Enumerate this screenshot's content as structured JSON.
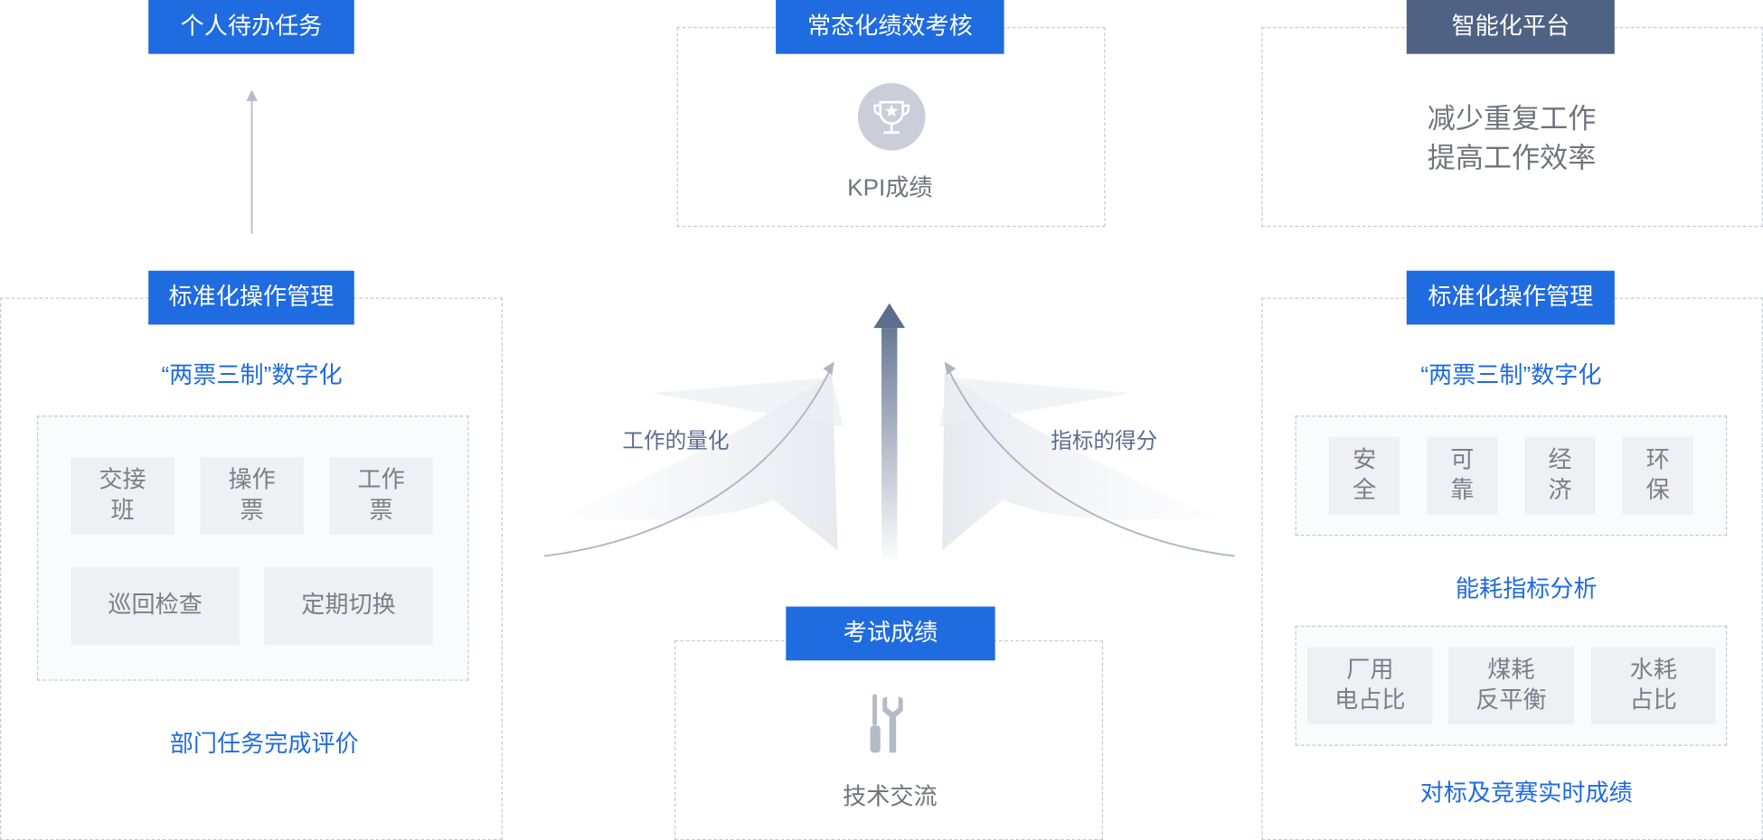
{
  "left": {
    "top_header": "个人待办任务",
    "mid_header": "标准化操作管理",
    "subtitle": "“两票三制”数字化",
    "cells": [
      "交接\n班",
      "操作\n票",
      "工作\n票",
      "巡回检查",
      "定期切换"
    ],
    "footer": "部门任务完成评价"
  },
  "center": {
    "top_header": "常态化绩效考核",
    "kpi_label": "KPI成绩",
    "left_arrow_label": "工作的量化",
    "right_arrow_label": "指标的得分",
    "bottom_header": "考试成绩",
    "bottom_label": "技术交流"
  },
  "right": {
    "top_header": "智能化平台",
    "benefit_line1": "减少重复工作",
    "benefit_line2": "提高工作效率",
    "mid_header": "标准化操作管理",
    "subtitle": "“两票三制”数字化",
    "cells": [
      "安\n全",
      "可\n靠",
      "经\n济",
      "环\n保"
    ],
    "energy_title": "能耗指标分析",
    "energy_cells": [
      "厂用\n电占比",
      "煤耗\n反平衡",
      "水耗\n占比"
    ],
    "footer": "对标及竞赛实时成绩"
  },
  "colors": {
    "primary": "#1f6be0",
    "dark_header": "#4f6284",
    "dashed_border": "#c5cad3",
    "cell_bg": "#eef0f3"
  }
}
